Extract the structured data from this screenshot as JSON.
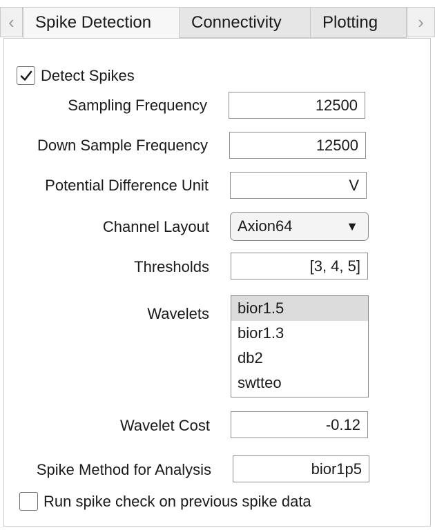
{
  "tabs": {
    "left_arrow": "‹",
    "right_arrow": "›",
    "items": [
      "Spike Detection",
      "Connectivity",
      "Plotting"
    ],
    "active": "Spike Detection"
  },
  "detect_spikes": {
    "label": "Detect Spikes",
    "checked": true
  },
  "sampling_frequency": {
    "label": "Sampling Frequency",
    "value": "12500"
  },
  "down_sample_frequency": {
    "label": "Down Sample Frequency",
    "value": "12500"
  },
  "potential_difference_unit": {
    "label": "Potential Difference Unit",
    "value": "V"
  },
  "channel_layout": {
    "label": "Channel Layout",
    "value": "Axion64"
  },
  "thresholds": {
    "label": "Thresholds",
    "value": "[3, 4, 5]"
  },
  "wavelets": {
    "label": "Wavelets",
    "options": [
      "bior1.5",
      "bior1.3",
      "db2",
      "swtteo"
    ],
    "selected": "bior1.5"
  },
  "wavelet_cost": {
    "label": "Wavelet Cost",
    "value": "-0.12"
  },
  "spike_method": {
    "label": "Spike Method for Analysis",
    "value": "bior1p5"
  },
  "run_spike_check": {
    "label": "Run spike check on previous spike data",
    "checked": false
  }
}
